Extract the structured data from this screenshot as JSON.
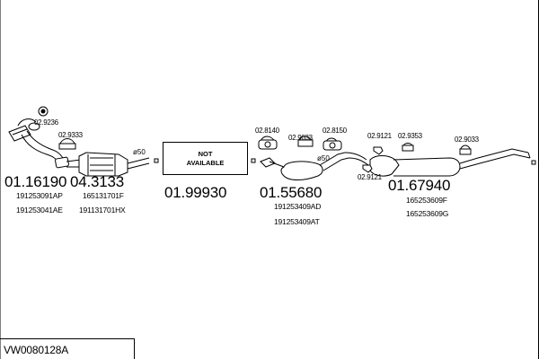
{
  "diagram_code": "VW0080128A",
  "not_available": {
    "line1": "NOT",
    "line2": "AVAILABLE"
  },
  "diameter_marks": [
    "ø50",
    "ø50"
  ],
  "main_numbers": {
    "n1": "01.16190",
    "n2": "04.3133",
    "n3": "01.99930",
    "n4": "01.55680",
    "n5": "01.67940"
  },
  "part_numbers": {
    "p1": "191253091AP",
    "p2": "191253041AE",
    "p3": "165131701F",
    "p4": "191131701HX",
    "p5": "191253409AD",
    "p6": "191253409AT",
    "p7": "165253609F",
    "p8": "165253609G"
  },
  "clip_codes": {
    "c1": "02.9236",
    "c2": "02.9333",
    "c3": "02.8140",
    "c4": "02.9033",
    "c5": "02.8150",
    "c6": "02.9121",
    "c7": "02.9353",
    "c8": "02.9033",
    "c9": "02.9121"
  }
}
